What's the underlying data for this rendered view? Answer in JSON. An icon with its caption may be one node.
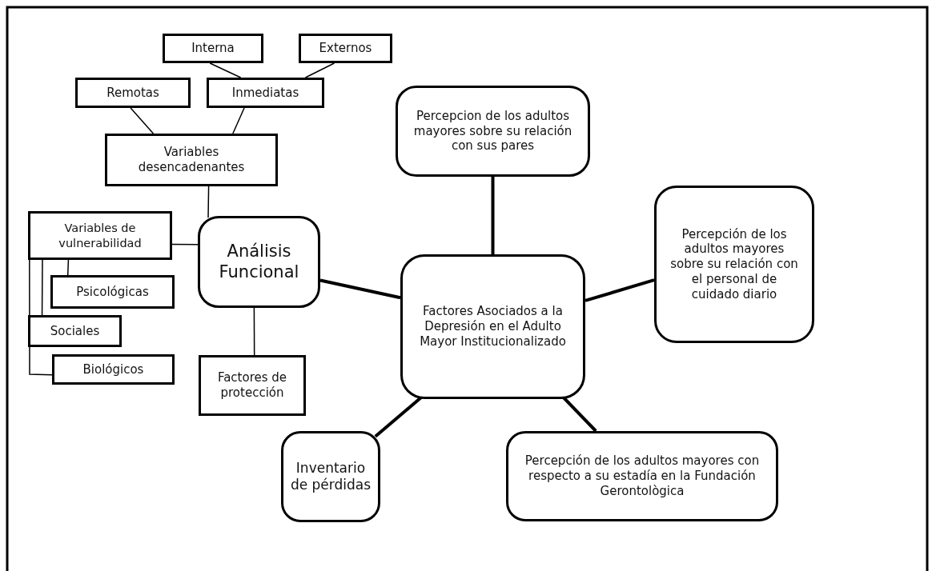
{
  "diagram": {
    "nodes": [
      {
        "text": [
          "Interna"
        ]
      },
      {
        "text": [
          "Externos"
        ]
      },
      {
        "text": [
          "Remotas"
        ]
      },
      {
        "text": [
          "Inmediatas"
        ]
      },
      {
        "text": [
          "Variables desencadenantes"
        ]
      },
      {
        "text": [
          "Percepcion de los adultos mayores sobre su relación con sus pares"
        ]
      },
      {
        "text": [
          "Variables de vulnerabilidad"
        ]
      },
      {
        "text": [
          "Análisis Funcional"
        ]
      },
      {
        "text": [
          "Percepción de los adultos mayores sobre su relación con el personal de cuidado diario"
        ]
      },
      {
        "text": [
          "Psicológicas"
        ]
      },
      {
        "text": [
          "Factores Asociados a la Depresión en el Adulto Mayor Institucionalizado"
        ]
      },
      {
        "text": [
          "Sociales"
        ]
      },
      {
        "text": [
          "Biológicos"
        ]
      },
      {
        "text": [
          "Factores de protección"
        ]
      },
      {
        "text": [
          "Inventario de pérdidas"
        ]
      },
      {
        "text": [
          "Percepción de los adultos mayores con respecto a su estadía en la Fundación Gerontològica"
        ]
      }
    ],
    "edges": [
      {
        "from": 0,
        "to": 3,
        "arrow": "none"
      },
      {
        "from": 1,
        "to": 3,
        "arrow": "none"
      },
      {
        "from": 2,
        "to": 4,
        "arrow": "none"
      },
      {
        "from": 3,
        "to": 4,
        "arrow": "none"
      },
      {
        "from": 4,
        "to": 7,
        "arrow": "none"
      },
      {
        "from": 6,
        "to": 7,
        "arrow": "none"
      },
      {
        "from": 6,
        "to": 9,
        "arrow": "none"
      },
      {
        "from": 6,
        "to": 11,
        "arrow": "none"
      },
      {
        "from": 6,
        "to": 12,
        "arrow": "none"
      },
      {
        "from": 7,
        "to": 13,
        "arrow": "none"
      },
      {
        "from": 7,
        "to": 10,
        "arrow": "none",
        "style": "thick"
      },
      {
        "from": 10,
        "to": 5,
        "arrow": "none",
        "style": "thick"
      },
      {
        "from": 10,
        "to": 8,
        "arrow": "none",
        "style": "thick"
      },
      {
        "from": 10,
        "to": 14,
        "arrow": "none",
        "style": "thick"
      },
      {
        "from": 10,
        "to": 15,
        "arrow": "none",
        "style": "thick"
      }
    ]
  }
}
